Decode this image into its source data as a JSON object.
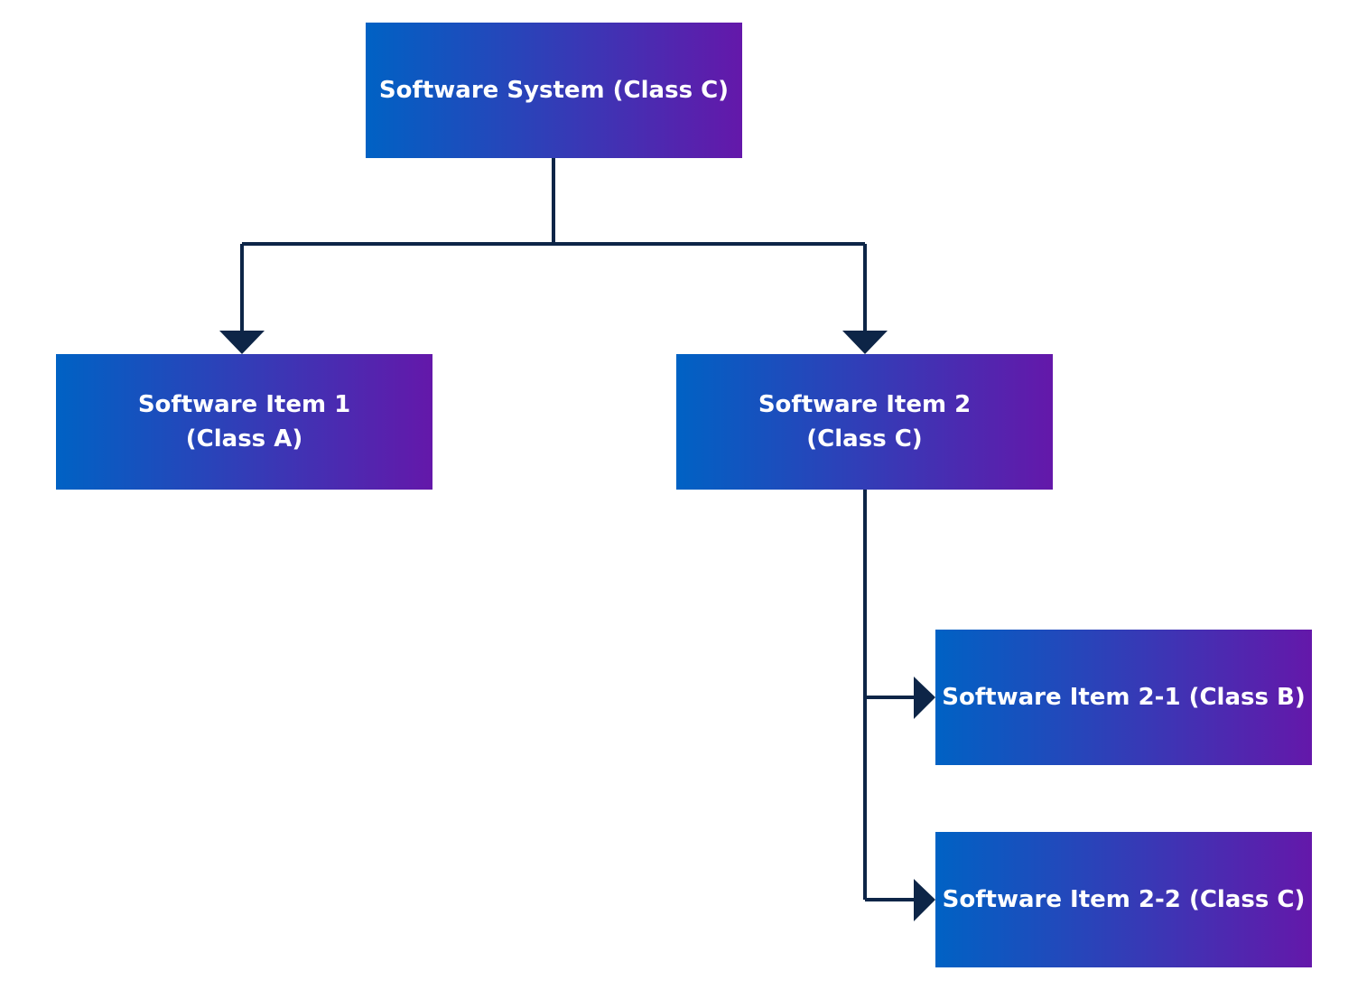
{
  "colors": {
    "gradient_start": "#0062c4",
    "gradient_end": "#6418aa",
    "connector": "#0d2547",
    "text": "#ffffff"
  },
  "nodes": {
    "root": {
      "line1": "Software System (Class C)",
      "line2": ""
    },
    "item1": {
      "line1": "Software Item 1",
      "line2": "(Class A)"
    },
    "item2": {
      "line1": "Software Item 2",
      "line2": "(Class C)"
    },
    "item21": {
      "line1": "Software Item 2-1 (Class B)",
      "line2": ""
    },
    "item22": {
      "line1": "Software Item 2-2 (Class C)",
      "line2": ""
    }
  }
}
